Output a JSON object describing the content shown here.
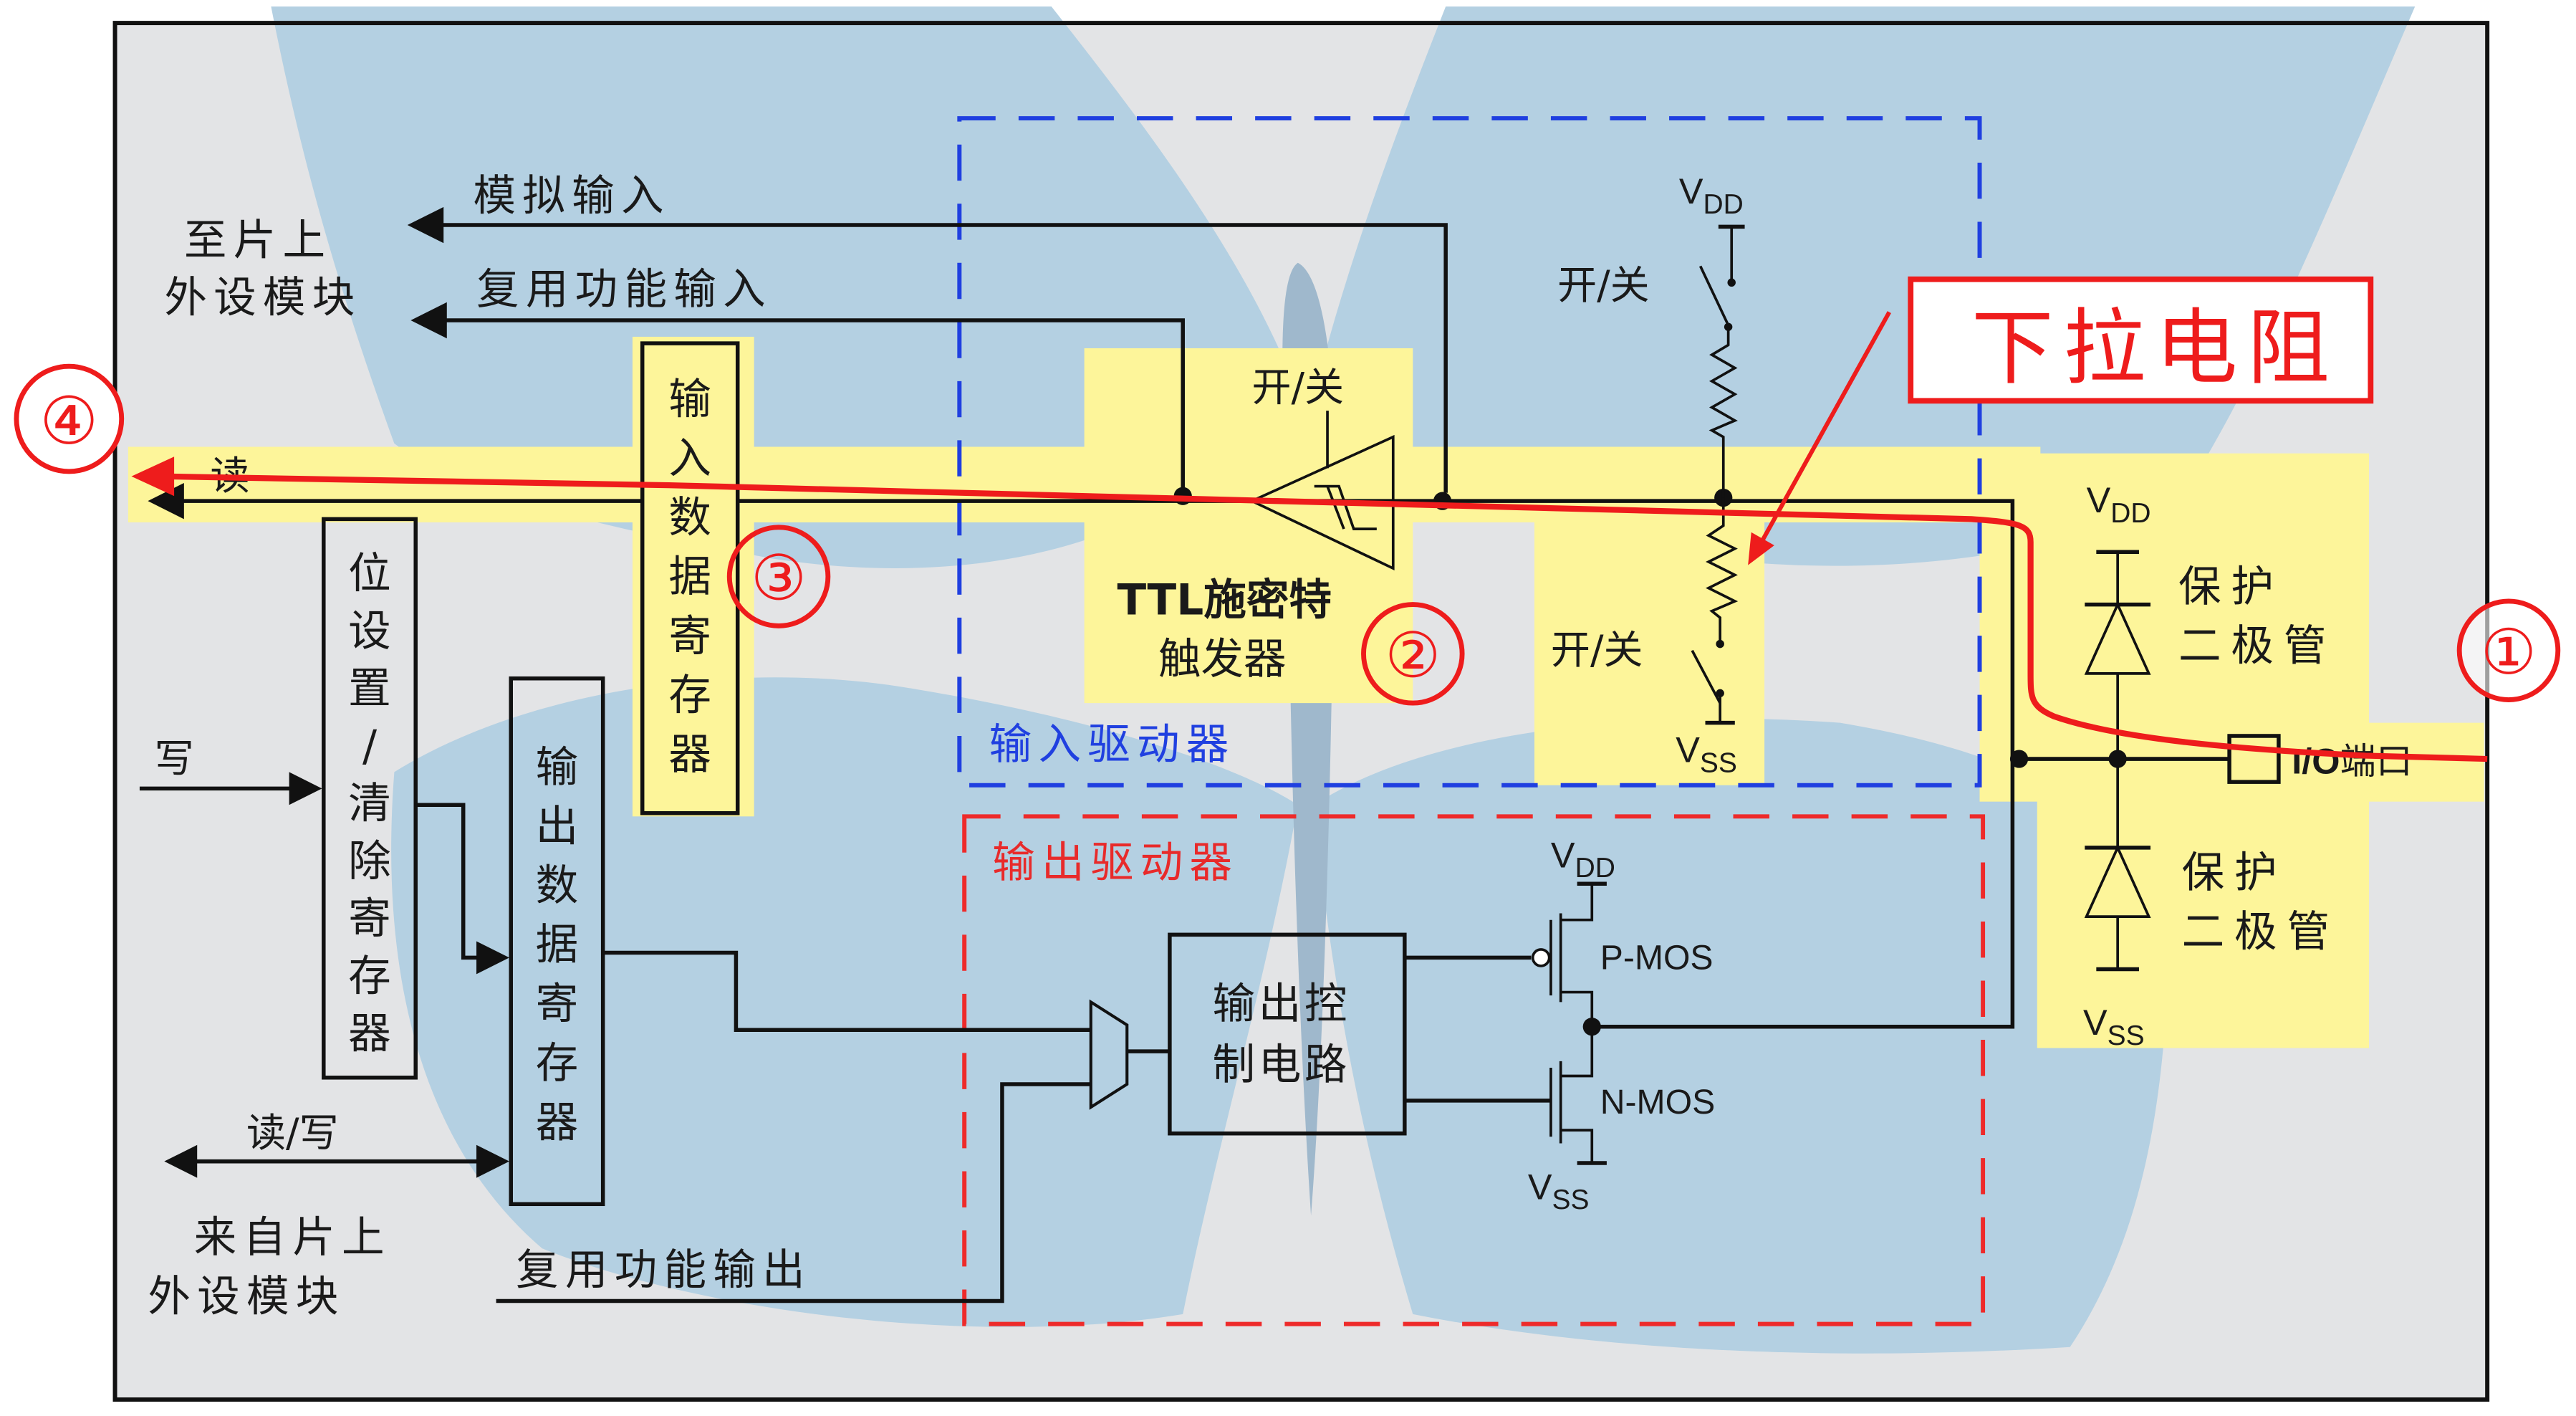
{
  "colors": {
    "frame_bg": "#e3e4e6",
    "butterfly": "#b4d0e2",
    "highlight": "#fdf59a",
    "signal_path": "#ee1c1c",
    "input_driver_border": "#1f3fe0",
    "output_driver_border": "#ee2a2a",
    "wire": "#111111"
  },
  "markers": {
    "m1": "①",
    "m2": "②",
    "m3": "③",
    "m4": "④"
  },
  "callout": {
    "text": "下拉电阻"
  },
  "left_labels": {
    "to_peripheral_line1": "至片上",
    "to_peripheral_line2": "外设模块",
    "from_peripheral_line1": "来自片上",
    "from_peripheral_line2": "外设模块",
    "analog_input": "模拟输入",
    "alt_function_input": "复用功能输入",
    "read": "读",
    "write": "写",
    "read_write": "读/写",
    "alt_function_output": "复用功能输出"
  },
  "registers": {
    "input_data": [
      "输",
      "入",
      "数",
      "据",
      "寄",
      "存",
      "器"
    ],
    "bit_set_reset": [
      "位",
      "设",
      "置",
      "/",
      "清",
      "除",
      "寄",
      "存",
      "器"
    ],
    "output_data": [
      "输",
      "出",
      "数",
      "据",
      "寄",
      "存",
      "器"
    ]
  },
  "input_driver": {
    "title": "输入驱动器",
    "schmitt_switch": "开/关",
    "schmitt_line1": "TTL施密特",
    "schmitt_line2": "触发器",
    "pullup_switch": "开/关",
    "pulldown_switch": "开/关",
    "vdd_main": "V",
    "vdd_sub": "DD",
    "vss_main": "V",
    "vss_sub": "SS"
  },
  "output_driver": {
    "title": "输出驱动器",
    "control_line1": "输出控",
    "control_line2": "制电路",
    "pmos": "P-MOS",
    "nmos": "N-MOS",
    "vdd_main": "V",
    "vdd_sub": "DD",
    "vss_main": "V",
    "vss_sub": "SS"
  },
  "protection": {
    "upper_line1": "保护",
    "upper_line2": "二极管",
    "lower_line1": "保护",
    "lower_line2": "二极管",
    "vdd_main": "V",
    "vdd_sub": "DD",
    "vss_main": "V",
    "vss_sub": "SS"
  },
  "io_port": {
    "label_latin": "I/O",
    "label_cn": "端口"
  }
}
